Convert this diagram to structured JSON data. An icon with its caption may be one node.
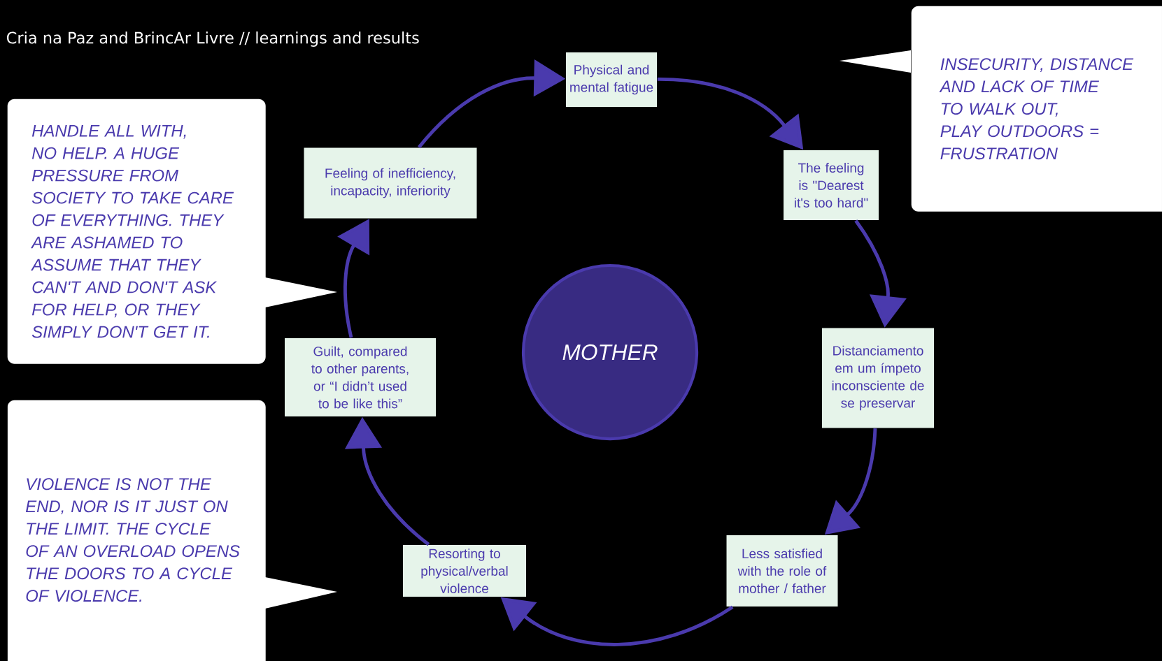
{
  "diagram": {
    "title": "Cria na Paz and BrincAr Livre  // learnings and results",
    "nodes": [
      {
        "text": [
          "HANDLE ALL WITH, NO HELP. A HUGE PRESSURE FROM SOCIETY TO TAKE CARE OF EVERYTHING. THEY ARE ASHAMED TO ASSUME THAT THEY CAN'T AND DON'T ASK FOR HELP, OR THEY SIMPLY DON'T GET IT."
        ]
      },
      {
        "text": [
          "INSECURITY, DISTANCE AND LACK OF TIME TO WALK OUT, PLAY OUTDOORS = FRUSTRATION"
        ]
      },
      {
        "text": [
          "VIOLENCE IS NOT THE END, NOR IS IT JUST ON THE LIMIT. THE CYCLE OF AN OVERLOAD OPENS THE DOORS TO A CYCLE OF VIOLENCE."
        ]
      },
      {
        "text": [
          "MOTHER"
        ]
      },
      {
        "text": [
          "Physical and mental fatigue"
        ]
      },
      {
        "text": [
          "The feeling is \"Dearest it's too hard\""
        ]
      },
      {
        "text": [
          "Distanciamento em um ímpeto inconsciente de se preservar"
        ]
      },
      {
        "text": [
          "Less satisfied with the role of mother / father"
        ]
      },
      {
        "text": [
          "Resorting to physical/verbal violence"
        ]
      },
      {
        "text": [
          "Guilt, compared to other parents, or “I didn’t used to be like this”"
        ]
      },
      {
        "text": [
          "Feeling of inefficiency, incapacity, inferiority"
        ]
      }
    ],
    "edges": [
      {
        "from": 4,
        "to": 5,
        "arrow": "to"
      },
      {
        "from": 5,
        "to": 6,
        "arrow": "to"
      },
      {
        "from": 6,
        "to": 7,
        "arrow": "to"
      },
      {
        "from": 7,
        "to": 8,
        "arrow": "to"
      },
      {
        "from": 8,
        "to": 9,
        "arrow": "to"
      },
      {
        "from": 9,
        "to": 10,
        "arrow": "to"
      },
      {
        "from": 10,
        "to": 4,
        "arrow": "to"
      }
    ]
  }
}
